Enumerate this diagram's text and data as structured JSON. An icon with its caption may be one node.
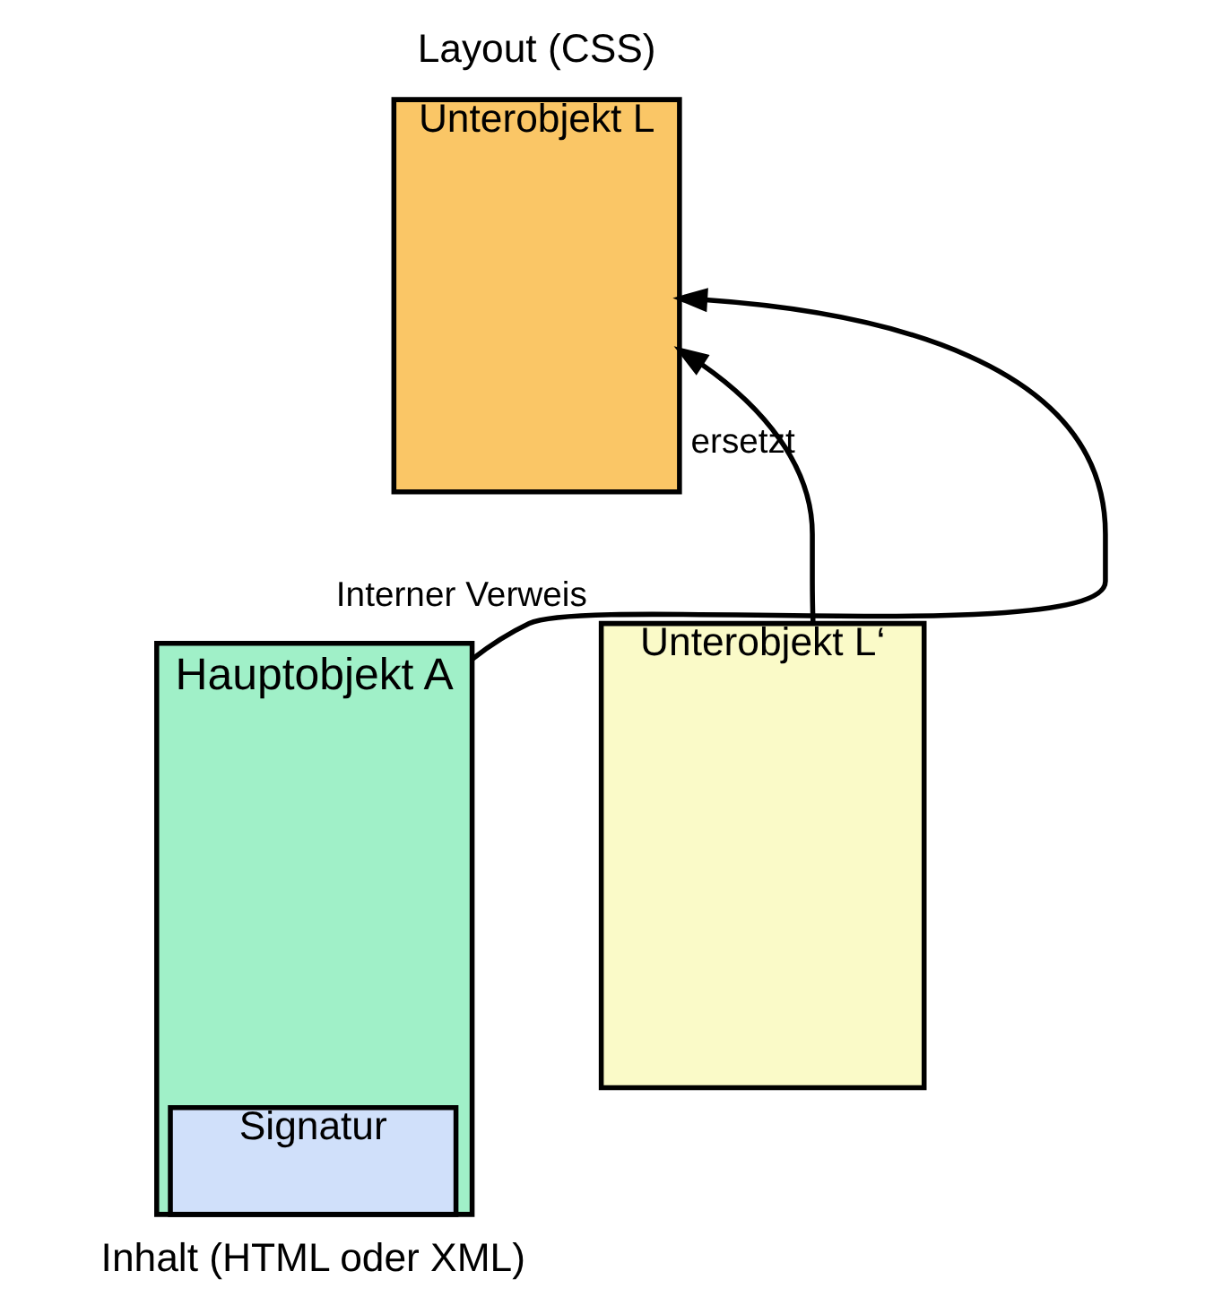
{
  "diagram": {
    "nodes": [
      {
        "text": [
          "Unterobjekt L"
        ],
        "beside": [
          "Layout (CSS)"
        ]
      },
      {
        "text": [
          "Hauptobjekt A"
        ],
        "beside": [
          "Inhalt (HTML oder XML)"
        ]
      },
      {
        "text": [
          "Signatur"
        ],
        "in": 1
      },
      {
        "text": [
          "Unterobjekt L‘"
        ]
      }
    ],
    "edges": [
      {
        "from": 1,
        "to": 0,
        "arrow": "to",
        "label": "Interner Verweis"
      },
      {
        "from": 3,
        "to": 0,
        "arrow": "to",
        "label": "ersetzt"
      }
    ]
  }
}
